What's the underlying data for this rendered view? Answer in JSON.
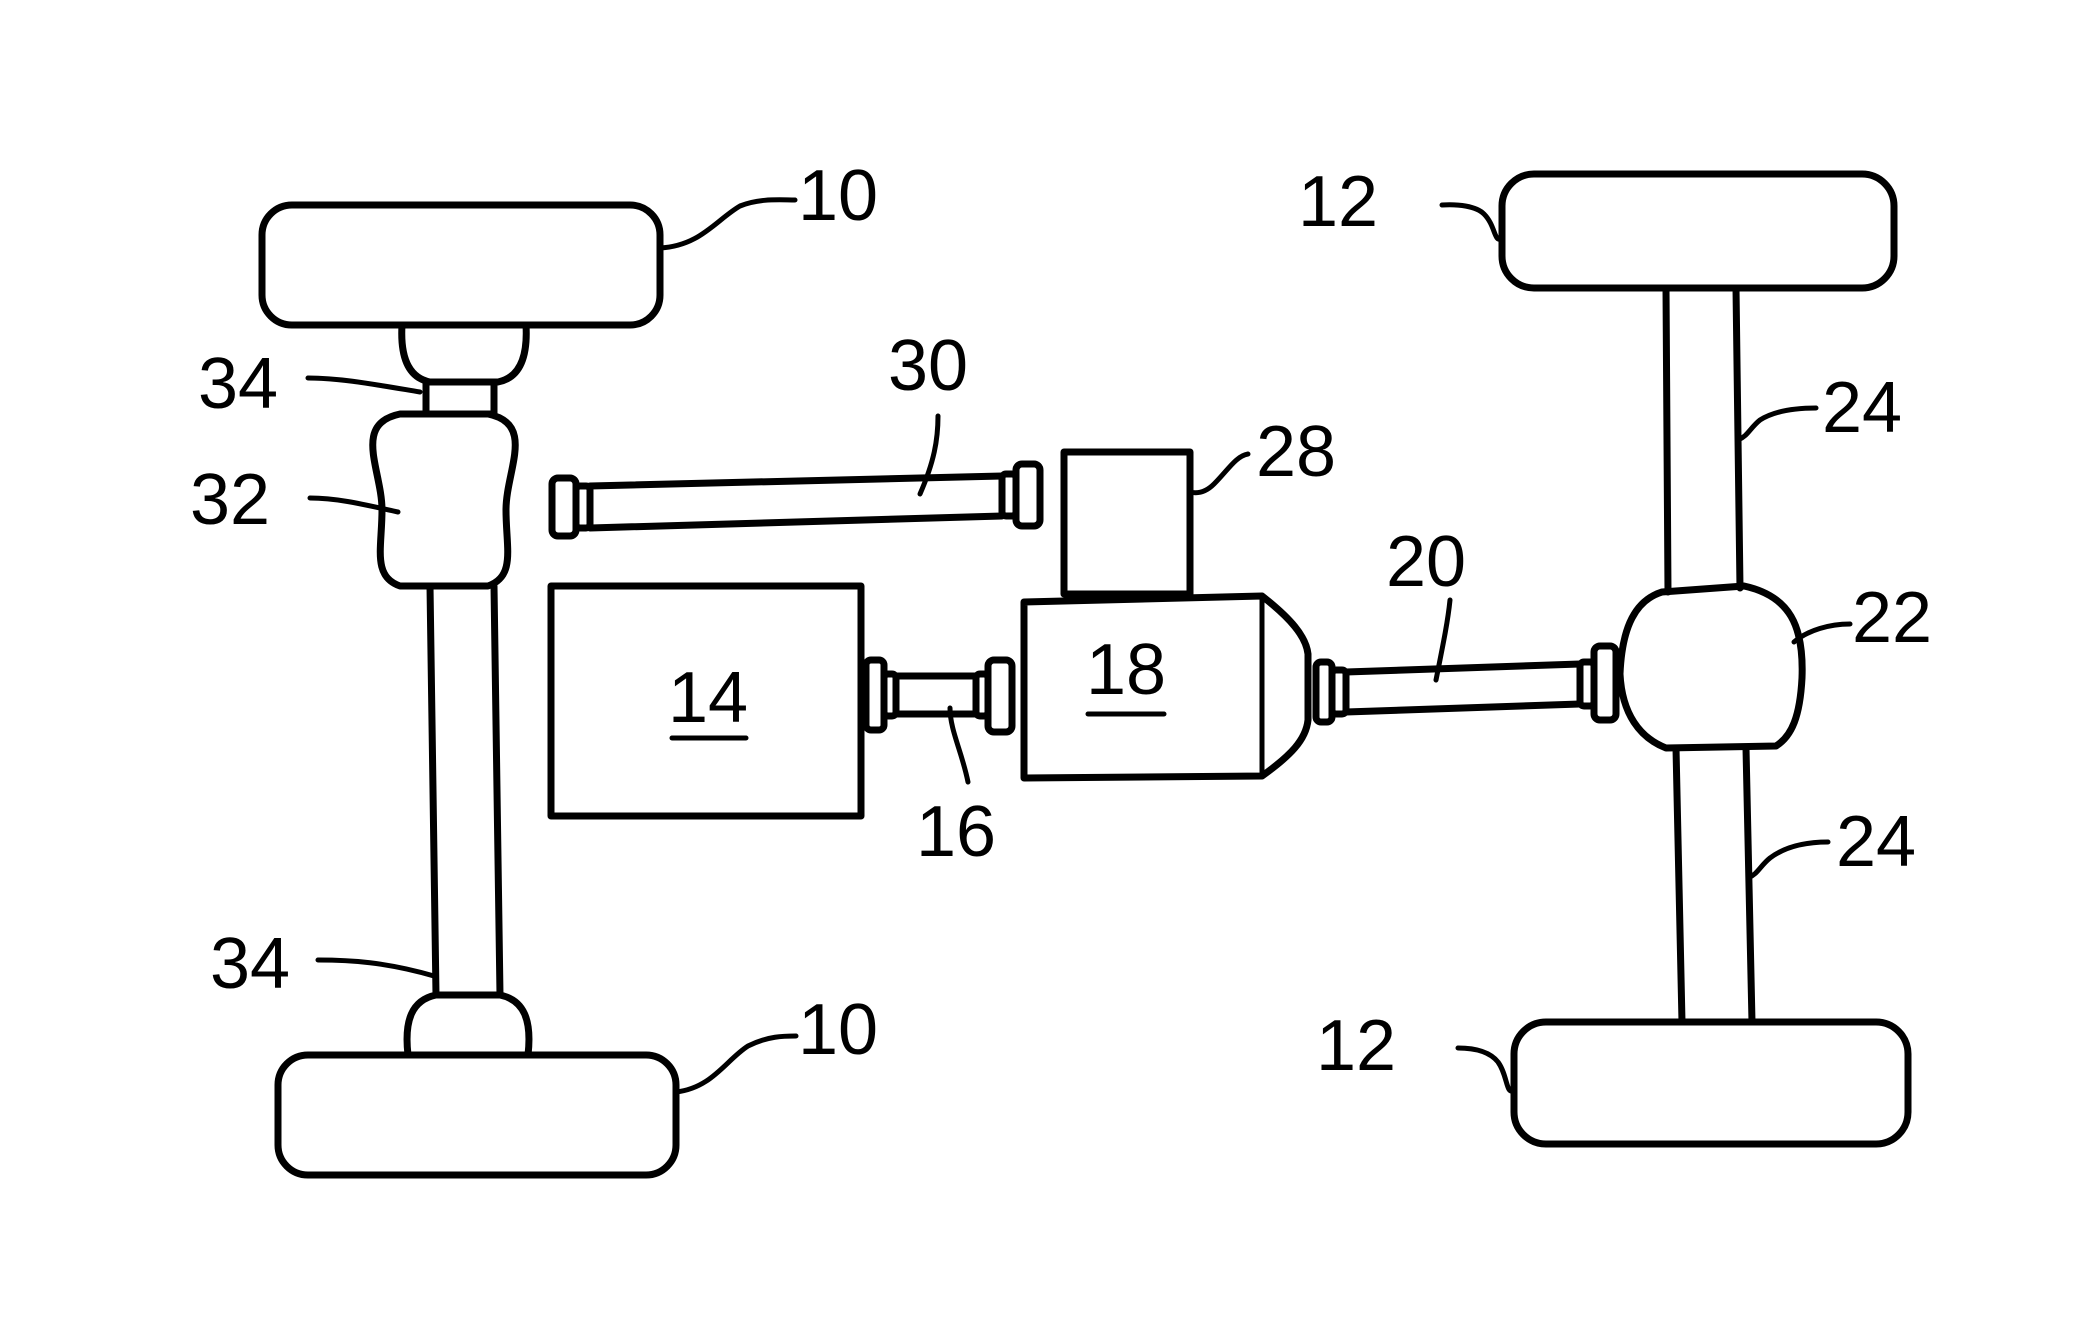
{
  "labels": {
    "front_wheel": "10",
    "rear_wheel": "12",
    "engine": "14",
    "engine_shaft": "16",
    "transmission": "18",
    "rear_propshaft": "20",
    "rear_differential": "22",
    "rear_axle_shaft": "24",
    "transfer_case": "28",
    "front_propshaft": "30",
    "front_differential": "32",
    "front_axle_shaft": "34"
  }
}
